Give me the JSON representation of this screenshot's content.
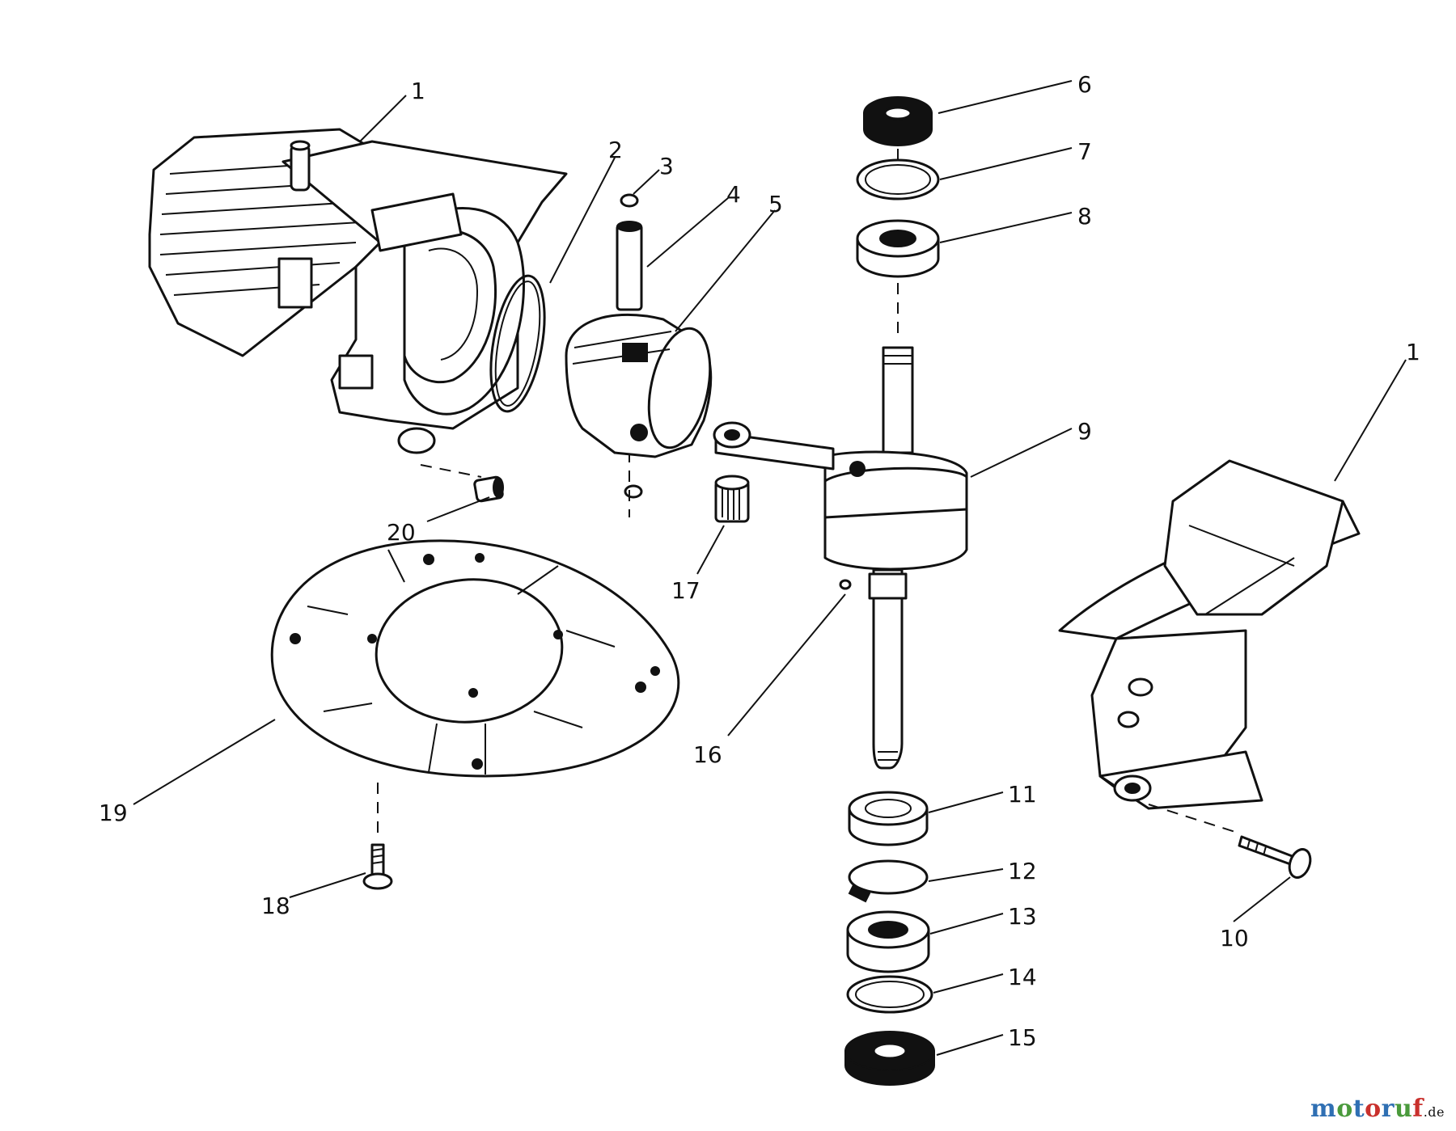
{
  "callouts": {
    "c1a": "1",
    "c2": "2",
    "c3": "3",
    "c4": "4",
    "c5": "5",
    "c6": "6",
    "c7": "7",
    "c8": "8",
    "c9": "9",
    "c1b": "1",
    "c20": "20",
    "c17": "17",
    "c16": "16",
    "c19": "19",
    "c18": "18",
    "c11": "11",
    "c12": "12",
    "c13": "13",
    "c14": "14",
    "c15": "15",
    "c10": "10"
  },
  "watermark": {
    "brand": "motoruf",
    "suffix": ".de"
  },
  "colors": {
    "line": "#111111",
    "brand_blue": "#2f6fb3",
    "brand_green": "#4a9a3c",
    "brand_red": "#c9302c"
  }
}
